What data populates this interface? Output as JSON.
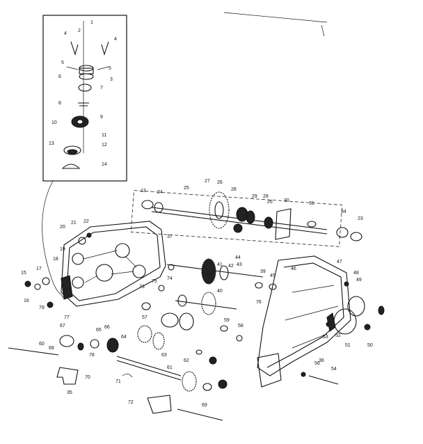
{
  "diagram": {
    "callouts": [
      {
        "text": "1"
      },
      {
        "text": "2"
      },
      {
        "text": "3"
      },
      {
        "text": "4"
      },
      {
        "text": "4"
      },
      {
        "text": "5"
      },
      {
        "text": "5"
      },
      {
        "text": "6"
      },
      {
        "text": "7"
      },
      {
        "text": "8"
      },
      {
        "text": "9"
      },
      {
        "text": "10"
      },
      {
        "text": "11"
      },
      {
        "text": "12"
      },
      {
        "text": "13"
      },
      {
        "text": "14"
      },
      {
        "text": "13"
      },
      {
        "text": "24"
      },
      {
        "text": "25"
      },
      {
        "text": "27"
      },
      {
        "text": "26"
      },
      {
        "text": "28"
      },
      {
        "text": "29"
      },
      {
        "text": "28"
      },
      {
        "text": "26"
      },
      {
        "text": "30"
      },
      {
        "text": "31"
      },
      {
        "text": "34"
      },
      {
        "text": "23"
      },
      {
        "text": "22"
      },
      {
        "text": "21"
      },
      {
        "text": "20"
      },
      {
        "text": "19"
      },
      {
        "text": "18"
      },
      {
        "text": "17"
      },
      {
        "text": "15"
      },
      {
        "text": "16"
      },
      {
        "text": "37"
      },
      {
        "text": "39"
      },
      {
        "text": "40"
      },
      {
        "text": "41"
      },
      {
        "text": "42"
      },
      {
        "text": "43"
      },
      {
        "text": "44"
      },
      {
        "text": "45"
      },
      {
        "text": "46"
      },
      {
        "text": "47"
      },
      {
        "text": "48"
      },
      {
        "text": "49"
      },
      {
        "text": "50"
      },
      {
        "text": "51"
      },
      {
        "text": "52"
      },
      {
        "text": "53"
      },
      {
        "text": "54"
      },
      {
        "text": "56"
      },
      {
        "text": "57"
      },
      {
        "text": "58"
      },
      {
        "text": "59"
      },
      {
        "text": "60"
      },
      {
        "text": "61"
      },
      {
        "text": "62"
      },
      {
        "text": "63"
      },
      {
        "text": "64"
      },
      {
        "text": "65"
      },
      {
        "text": "66"
      },
      {
        "text": "67"
      },
      {
        "text": "68"
      },
      {
        "text": "69"
      },
      {
        "text": "70"
      },
      {
        "text": "71"
      },
      {
        "text": "72"
      },
      {
        "text": "73"
      },
      {
        "text": "74"
      },
      {
        "text": "75"
      },
      {
        "text": "76"
      },
      {
        "text": "77"
      },
      {
        "text": "78"
      },
      {
        "text": "79"
      },
      {
        "text": "35"
      },
      {
        "text": "36"
      }
    ]
  }
}
